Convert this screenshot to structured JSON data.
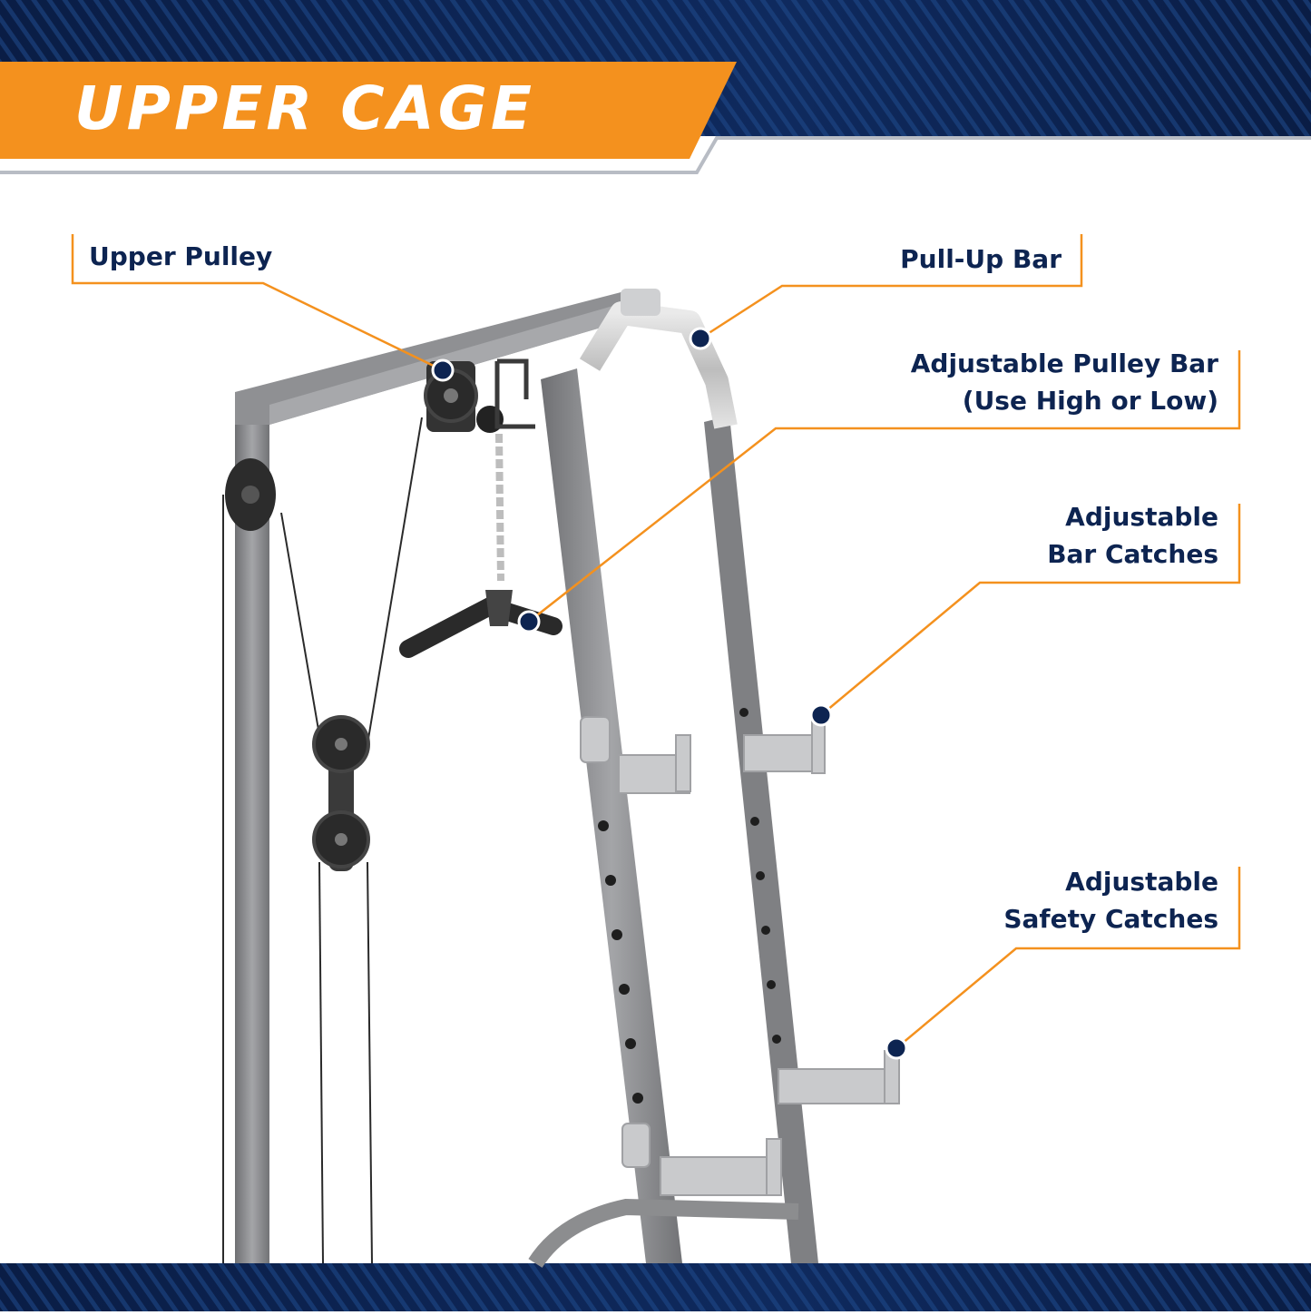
{
  "header": {
    "title": "UPPER CAGE"
  },
  "callouts": [
    {
      "id": "upper-pulley",
      "lines": [
        "Upper Pulley"
      ]
    },
    {
      "id": "pull-up-bar",
      "lines": [
        "Pull-Up Bar"
      ]
    },
    {
      "id": "adjustable-pulley-bar",
      "lines": [
        "Adjustable Pulley Bar",
        "(Use High or Low)"
      ]
    },
    {
      "id": "adjustable-bar-catches",
      "lines": [
        "Adjustable",
        "Bar Catches"
      ]
    },
    {
      "id": "adjustable-safety-catches",
      "lines": [
        "Adjustable",
        "Safety Catches"
      ]
    }
  ],
  "colors": {
    "navy": "#0d2451",
    "orange": "#f4911e",
    "steel": "#8c8d8f",
    "white": "#ffffff"
  }
}
